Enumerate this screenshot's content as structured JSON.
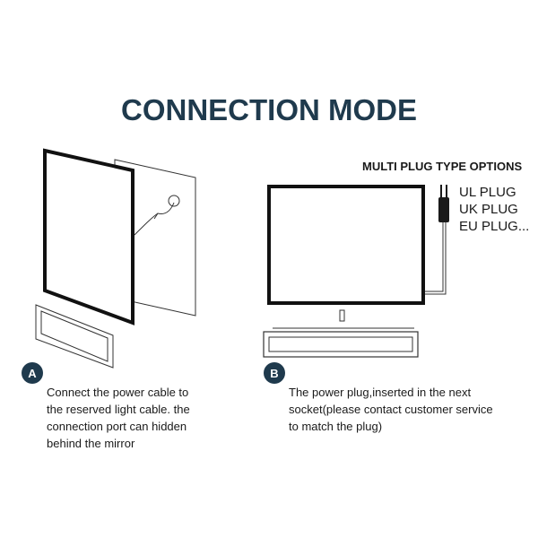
{
  "title": "CONNECTION MODE",
  "plug_options": {
    "heading": "MULTI PLUG TYPE OPTIONS",
    "items": [
      "UL PLUG",
      "UK PLUG",
      "EU PLUG..."
    ]
  },
  "step_a": {
    "badge": "A",
    "lines": [
      "Connect  the power cable to",
      "the reserved light cable. the",
      "connection port can hidden",
      "behind the mirror"
    ]
  },
  "step_b": {
    "badge": "B",
    "lines": [
      "The power plug,inserted in the next",
      "socket(please contact customer service",
      "to match the plug)"
    ]
  },
  "colors": {
    "title": "#1f3a4d",
    "badge": "#1f3a4d",
    "line": "#1a1a1a"
  }
}
